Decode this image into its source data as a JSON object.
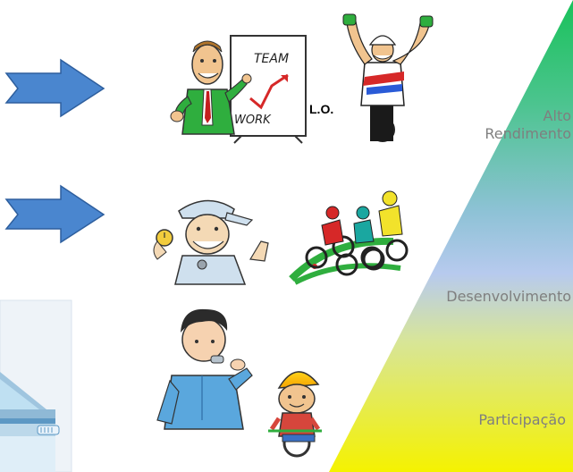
{
  "levels": {
    "alto_line1": "Alto",
    "alto_line2": "Rendimento",
    "desenvolvimento": "Desenvolvimento",
    "participacao": "Participação"
  },
  "flipchart": {
    "line1": "TEAM",
    "line2": "WORK"
  },
  "lo_label": "L.O.",
  "colors": {
    "pyramid_top": "#22c55e",
    "pyramid_mid": "#a7c7f0",
    "pyramid_bottom": "#f4f000",
    "arrow_fill": "#4a86cf",
    "arrow_stroke": "#2e5f9e"
  }
}
